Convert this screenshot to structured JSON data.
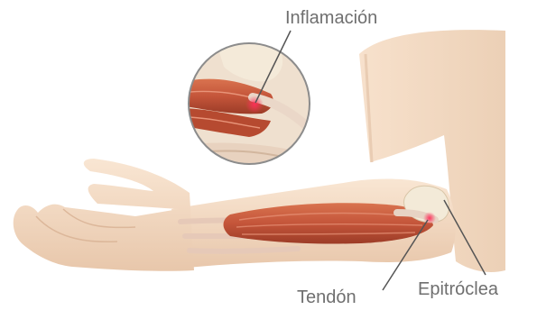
{
  "labels": {
    "inflamacion": "Inflamación",
    "tendon": "Tendón",
    "epitroclea": "Epitróclea"
  },
  "colors": {
    "skin": "#f5dcc4",
    "skin_shadow": "#e2bfa3",
    "muscle": "#c85a3c",
    "muscle_dark": "#9e3f28",
    "tendon": "#e6c9b8",
    "bone": "#f3ead8",
    "inflammation": "#e8305a",
    "leader_line": "#555555",
    "label_text": "#6f6f6f"
  }
}
